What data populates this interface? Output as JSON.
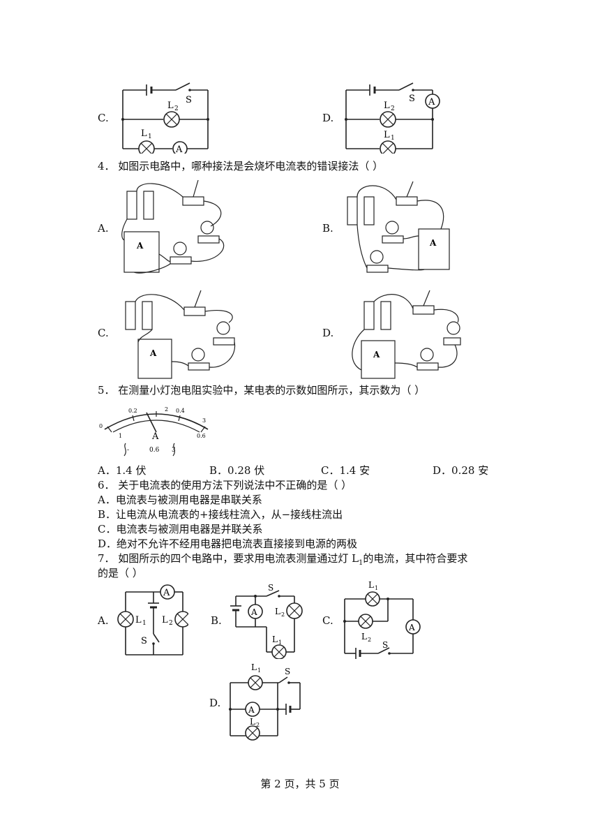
{
  "q3": {
    "option_c": "C.",
    "option_d": "D.",
    "switch_label": "S",
    "lamp1": "L",
    "lamp2": "L",
    "sub1": "1",
    "sub2": "2",
    "ammeter": "A"
  },
  "q4": {
    "stem": "4．  如图示电路中，哪种接法是会烧坏电流表的错误接法（          ）",
    "options": [
      "A.",
      "B.",
      "C.",
      "D."
    ],
    "meter_letter": "A"
  },
  "q5": {
    "stem": "5．  在测量小灯泡电阻实验中，某电表的示数如图所示，其示数为（          ）",
    "dial": {
      "ticks": [
        "0",
        "0.2",
        "0.4",
        "0.6",
        "1",
        "2",
        "3"
      ],
      "unit": "A",
      "terminals": [
        "-",
        "0.6",
        "3"
      ]
    },
    "choices": [
      "A．1.4 伏",
      "B．0.28 伏",
      "C．1.4 安",
      "D．0.28 安"
    ]
  },
  "q6": {
    "stem": "6．  关于电流表的使用方法下列说法中不正确的是（    ）",
    "choices": [
      "A．电流表与被测用电器是串联关系",
      "B．让电流从电流表的+接线柱流入，从−接线柱流出",
      "C．电流表与被测用电器是并联关系",
      "D．绝对不允许不经用电器把电流表直接接到电源的两极"
    ]
  },
  "q7": {
    "stem_line1_a": "7．  如图所示的四个电路中，要求用电流表测量通过灯 L",
    "stem_sub": "1",
    "stem_line1_b": "的电流，其中符合要求",
    "stem_line2": "的是（          ）",
    "options": [
      "A.",
      "B.",
      "C.",
      "D."
    ],
    "switch_label": "S",
    "lamp": "L",
    "sub1": "1",
    "sub2": "2",
    "ammeter": "A"
  },
  "footer": "第 2 页，共 5 页"
}
